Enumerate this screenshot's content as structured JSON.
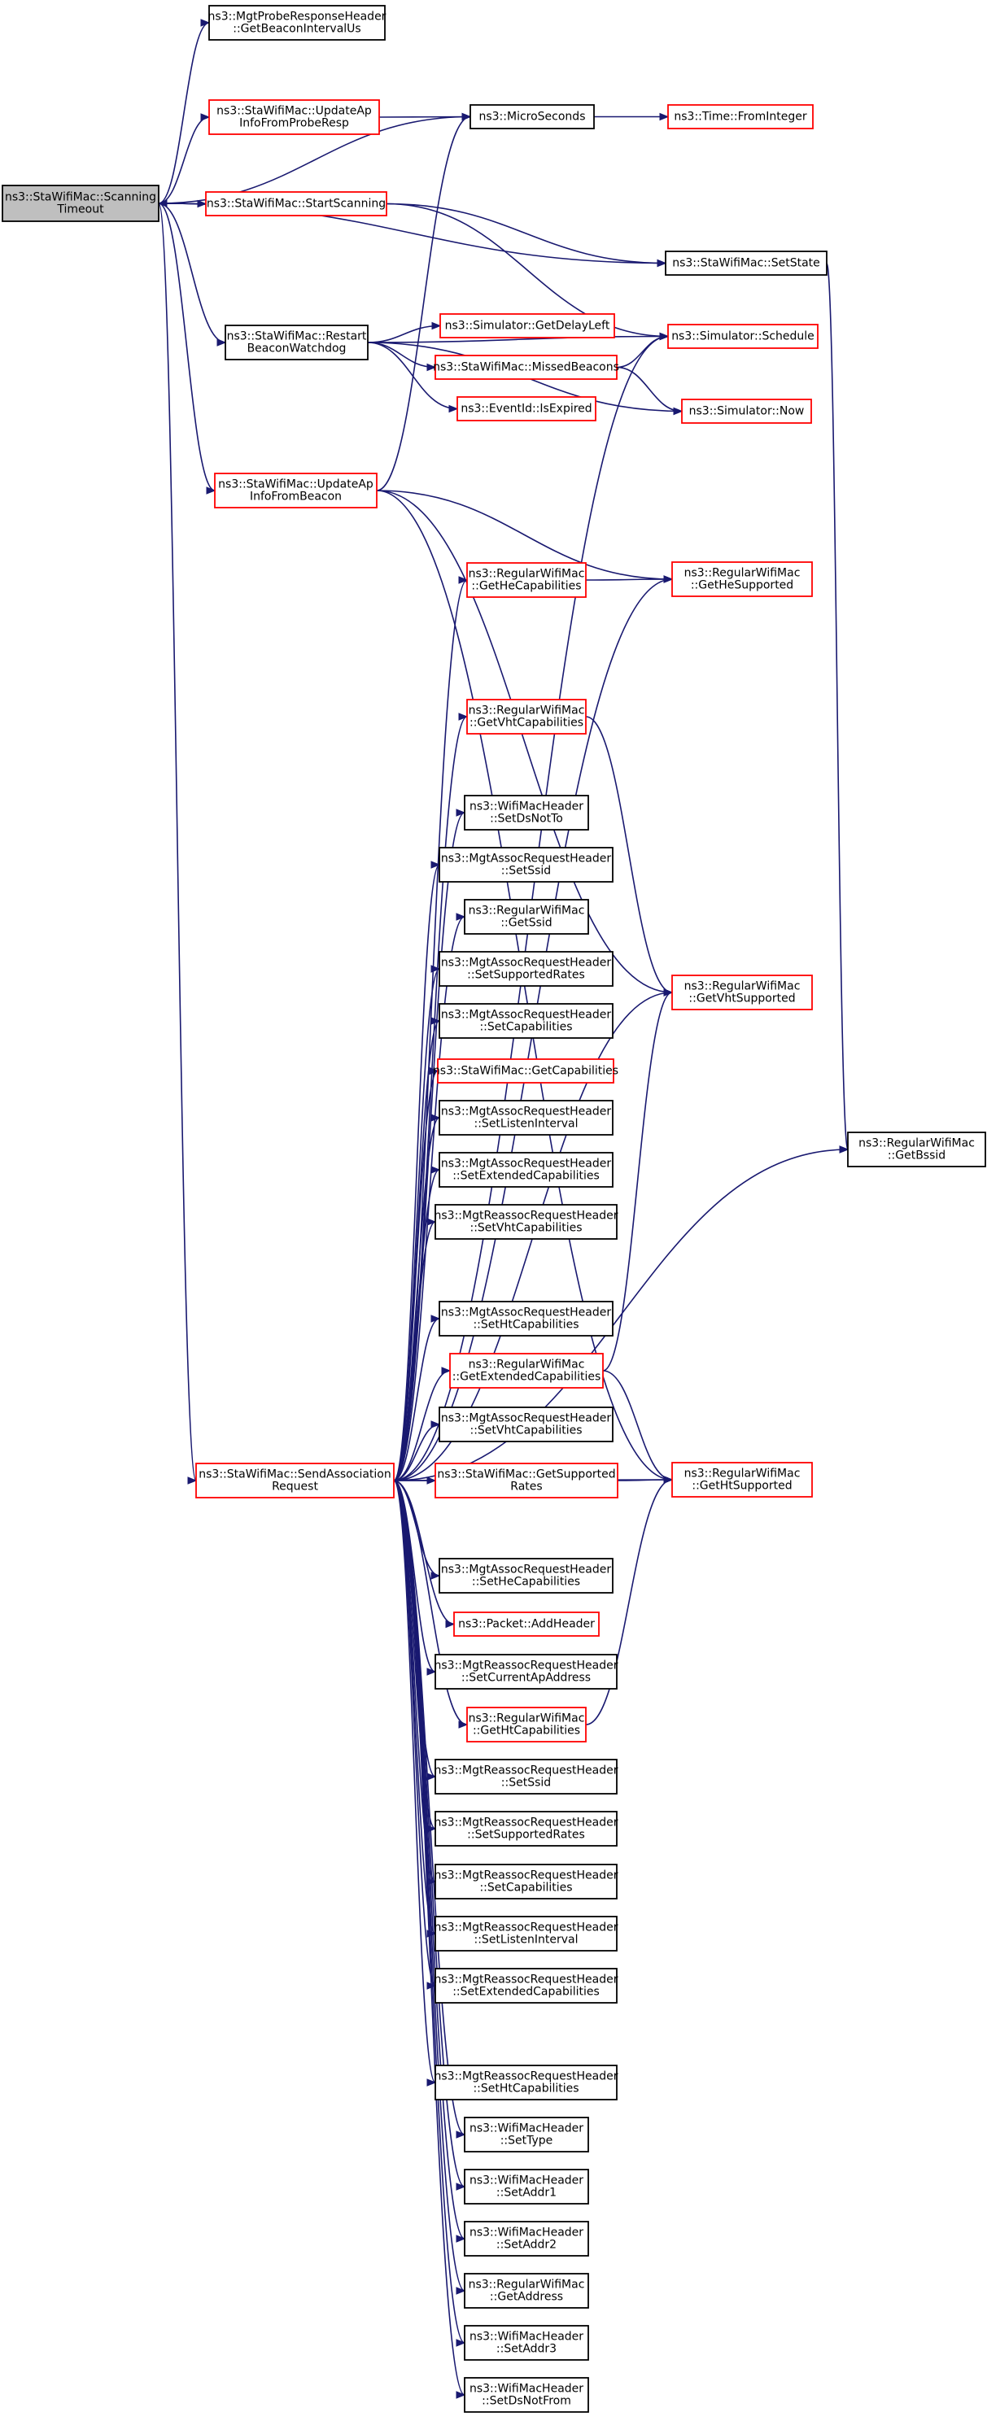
{
  "colors": {
    "edge": "#191970",
    "border_default": "#000000",
    "border_incomplete": "#ff0000",
    "focus_fill": "#bfbfbf",
    "node_fill": "#ffffff",
    "text": "#000000"
  },
  "nodes": [
    {
      "id": "n0",
      "lines": [
        "ns3::StaWifiMac::Scanning",
        "Timeout"
      ],
      "style": "focus"
    },
    {
      "id": "n1",
      "lines": [
        "ns3::MgtProbeResponseHeader",
        "::GetBeaconIntervalUs"
      ],
      "style": "default"
    },
    {
      "id": "n2",
      "lines": [
        "ns3::StaWifiMac::UpdateAp",
        "InfoFromProbeResp"
      ],
      "style": "incomplete"
    },
    {
      "id": "n3",
      "lines": [
        "ns3::MicroSeconds"
      ],
      "style": "default"
    },
    {
      "id": "n4",
      "lines": [
        "ns3::Time::FromInteger"
      ],
      "style": "incomplete"
    },
    {
      "id": "n5",
      "lines": [
        "ns3::StaWifiMac::StartScanning"
      ],
      "style": "incomplete"
    },
    {
      "id": "n6",
      "lines": [
        "ns3::StaWifiMac::SetState"
      ],
      "style": "default"
    },
    {
      "id": "n7",
      "lines": [
        "ns3::StaWifiMac::Restart",
        "BeaconWatchdog"
      ],
      "style": "default"
    },
    {
      "id": "n8",
      "lines": [
        "ns3::Simulator::GetDelayLeft"
      ],
      "style": "incomplete"
    },
    {
      "id": "n9",
      "lines": [
        "ns3::Simulator::Schedule"
      ],
      "style": "incomplete"
    },
    {
      "id": "n10",
      "lines": [
        "ns3::StaWifiMac::MissedBeacons"
      ],
      "style": "incomplete"
    },
    {
      "id": "n11",
      "lines": [
        "ns3::EventId::IsExpired"
      ],
      "style": "incomplete"
    },
    {
      "id": "n12",
      "lines": [
        "ns3::Simulator::Now"
      ],
      "style": "incomplete"
    },
    {
      "id": "n13",
      "lines": [
        "ns3::StaWifiMac::UpdateAp",
        "InfoFromBeacon"
      ],
      "style": "incomplete"
    },
    {
      "id": "n14",
      "lines": [
        "ns3::RegularWifiMac",
        "::GetHeCapabilities"
      ],
      "style": "incomplete"
    },
    {
      "id": "n15",
      "lines": [
        "ns3::RegularWifiMac",
        "::GetHeSupported"
      ],
      "style": "incomplete"
    },
    {
      "id": "n16",
      "lines": [
        "ns3::RegularWifiMac",
        "::GetVhtCapabilities"
      ],
      "style": "incomplete"
    },
    {
      "id": "n17",
      "lines": [
        "ns3::WifiMacHeader",
        "::SetDsNotTo"
      ],
      "style": "default"
    },
    {
      "id": "n18",
      "lines": [
        "ns3::MgtAssocRequestHeader",
        "::SetSsid"
      ],
      "style": "default"
    },
    {
      "id": "n19",
      "lines": [
        "ns3::RegularWifiMac",
        "::GetSsid"
      ],
      "style": "default"
    },
    {
      "id": "n20",
      "lines": [
        "ns3::MgtAssocRequestHeader",
        "::SetSupportedRates"
      ],
      "style": "default"
    },
    {
      "id": "n21",
      "lines": [
        "ns3::RegularWifiMac",
        "::GetVhtSupported"
      ],
      "style": "incomplete"
    },
    {
      "id": "n22",
      "lines": [
        "ns3::MgtAssocRequestHeader",
        "::SetCapabilities"
      ],
      "style": "default"
    },
    {
      "id": "n23",
      "lines": [
        "ns3::StaWifiMac::GetCapabilities"
      ],
      "style": "incomplete"
    },
    {
      "id": "n24",
      "lines": [
        "ns3::MgtAssocRequestHeader",
        "::SetListenInterval"
      ],
      "style": "default"
    },
    {
      "id": "n25",
      "lines": [
        "ns3::RegularWifiMac",
        "::GetBssid"
      ],
      "style": "default"
    },
    {
      "id": "n26",
      "lines": [
        "ns3::MgtAssocRequestHeader",
        "::SetExtendedCapabilities"
      ],
      "style": "default"
    },
    {
      "id": "n27",
      "lines": [
        "ns3::MgtReassocRequestHeader",
        "::SetVhtCapabilities"
      ],
      "style": "default"
    },
    {
      "id": "n28",
      "lines": [
        "ns3::MgtAssocRequestHeader",
        "::SetHtCapabilities"
      ],
      "style": "default"
    },
    {
      "id": "n29",
      "lines": [
        "ns3::RegularWifiMac",
        "::GetExtendedCapabilities"
      ],
      "style": "incomplete"
    },
    {
      "id": "n30",
      "lines": [
        "ns3::MgtAssocRequestHeader",
        "::SetVhtCapabilities"
      ],
      "style": "default"
    },
    {
      "id": "n31",
      "lines": [
        "ns3::StaWifiMac::SendAssociation",
        "Request"
      ],
      "style": "incomplete"
    },
    {
      "id": "n32",
      "lines": [
        "ns3::StaWifiMac::GetSupported",
        "Rates"
      ],
      "style": "incomplete"
    },
    {
      "id": "n33",
      "lines": [
        "ns3::RegularWifiMac",
        "::GetHtSupported"
      ],
      "style": "incomplete"
    },
    {
      "id": "n34",
      "lines": [
        "ns3::MgtAssocRequestHeader",
        "::SetHeCapabilities"
      ],
      "style": "default"
    },
    {
      "id": "n35",
      "lines": [
        "ns3::Packet::AddHeader"
      ],
      "style": "incomplete"
    },
    {
      "id": "n36",
      "lines": [
        "ns3::MgtReassocRequestHeader",
        "::SetCurrentApAddress"
      ],
      "style": "default"
    },
    {
      "id": "n37",
      "lines": [
        "ns3::RegularWifiMac",
        "::GetHtCapabilities"
      ],
      "style": "incomplete"
    },
    {
      "id": "n38",
      "lines": [
        "ns3::MgtReassocRequestHeader",
        "::SetSsid"
      ],
      "style": "default"
    },
    {
      "id": "n39",
      "lines": [
        "ns3::MgtReassocRequestHeader",
        "::SetSupportedRates"
      ],
      "style": "default"
    },
    {
      "id": "n40",
      "lines": [
        "ns3::MgtReassocRequestHeader",
        "::SetCapabilities"
      ],
      "style": "default"
    },
    {
      "id": "n41",
      "lines": [
        "ns3::MgtReassocRequestHeader",
        "::SetListenInterval"
      ],
      "style": "default"
    },
    {
      "id": "n42",
      "lines": [
        "ns3::MgtReassocRequestHeader",
        "::SetExtendedCapabilities"
      ],
      "style": "default"
    },
    {
      "id": "n43",
      "lines": [
        "ns3::MgtReassocRequestHeader",
        "::SetHtCapabilities"
      ],
      "style": "default"
    },
    {
      "id": "n44",
      "lines": [
        "ns3::WifiMacHeader",
        "::SetType"
      ],
      "style": "default"
    },
    {
      "id": "n45",
      "lines": [
        "ns3::WifiMacHeader",
        "::SetAddr1"
      ],
      "style": "default"
    },
    {
      "id": "n46",
      "lines": [
        "ns3::WifiMacHeader",
        "::SetAddr2"
      ],
      "style": "default"
    },
    {
      "id": "n47",
      "lines": [
        "ns3::RegularWifiMac",
        "::GetAddress"
      ],
      "style": "default"
    },
    {
      "id": "n48",
      "lines": [
        "ns3::WifiMacHeader",
        "::SetAddr3"
      ],
      "style": "default"
    },
    {
      "id": "n49",
      "lines": [
        "ns3::WifiMacHeader",
        "::SetDsNotFrom"
      ],
      "style": "default"
    }
  ],
  "edges": [
    [
      "n0",
      "n1"
    ],
    [
      "n0",
      "n2"
    ],
    [
      "n0",
      "n3"
    ],
    [
      "n0",
      "n5"
    ],
    [
      "n0",
      "n6"
    ],
    [
      "n0",
      "n7"
    ],
    [
      "n0",
      "n13"
    ],
    [
      "n0",
      "n31"
    ],
    [
      "n5",
      "n0"
    ],
    [
      "n5",
      "n6"
    ],
    [
      "n5",
      "n9"
    ],
    [
      "n2",
      "n3"
    ],
    [
      "n3",
      "n4"
    ],
    [
      "n6",
      "n25"
    ],
    [
      "n7",
      "n8"
    ],
    [
      "n7",
      "n9"
    ],
    [
      "n7",
      "n10"
    ],
    [
      "n7",
      "n11"
    ],
    [
      "n7",
      "n12"
    ],
    [
      "n10",
      "n9"
    ],
    [
      "n10",
      "n12"
    ],
    [
      "n13",
      "n3"
    ],
    [
      "n13",
      "n15"
    ],
    [
      "n13",
      "n21"
    ],
    [
      "n13",
      "n33"
    ],
    [
      "n14",
      "n15"
    ],
    [
      "n16",
      "n21"
    ],
    [
      "n29",
      "n21"
    ],
    [
      "n29",
      "n33"
    ],
    [
      "n32",
      "n33"
    ],
    [
      "n37",
      "n33"
    ],
    [
      "n31",
      "n9"
    ],
    [
      "n31",
      "n14"
    ],
    [
      "n31",
      "n15"
    ],
    [
      "n31",
      "n16"
    ],
    [
      "n31",
      "n17"
    ],
    [
      "n31",
      "n18"
    ],
    [
      "n31",
      "n19"
    ],
    [
      "n31",
      "n20"
    ],
    [
      "n31",
      "n21"
    ],
    [
      "n31",
      "n22"
    ],
    [
      "n31",
      "n23"
    ],
    [
      "n31",
      "n24"
    ],
    [
      "n31",
      "n25"
    ],
    [
      "n31",
      "n26"
    ],
    [
      "n31",
      "n27"
    ],
    [
      "n31",
      "n28"
    ],
    [
      "n31",
      "n29"
    ],
    [
      "n31",
      "n30"
    ],
    [
      "n31",
      "n32"
    ],
    [
      "n31",
      "n33"
    ],
    [
      "n31",
      "n34"
    ],
    [
      "n31",
      "n35"
    ],
    [
      "n31",
      "n36"
    ],
    [
      "n31",
      "n37"
    ],
    [
      "n31",
      "n38"
    ],
    [
      "n31",
      "n39"
    ],
    [
      "n31",
      "n40"
    ],
    [
      "n31",
      "n41"
    ],
    [
      "n31",
      "n42"
    ],
    [
      "n31",
      "n43"
    ],
    [
      "n31",
      "n44"
    ],
    [
      "n31",
      "n45"
    ],
    [
      "n31",
      "n46"
    ],
    [
      "n31",
      "n47"
    ],
    [
      "n31",
      "n48"
    ],
    [
      "n31",
      "n49"
    ]
  ]
}
